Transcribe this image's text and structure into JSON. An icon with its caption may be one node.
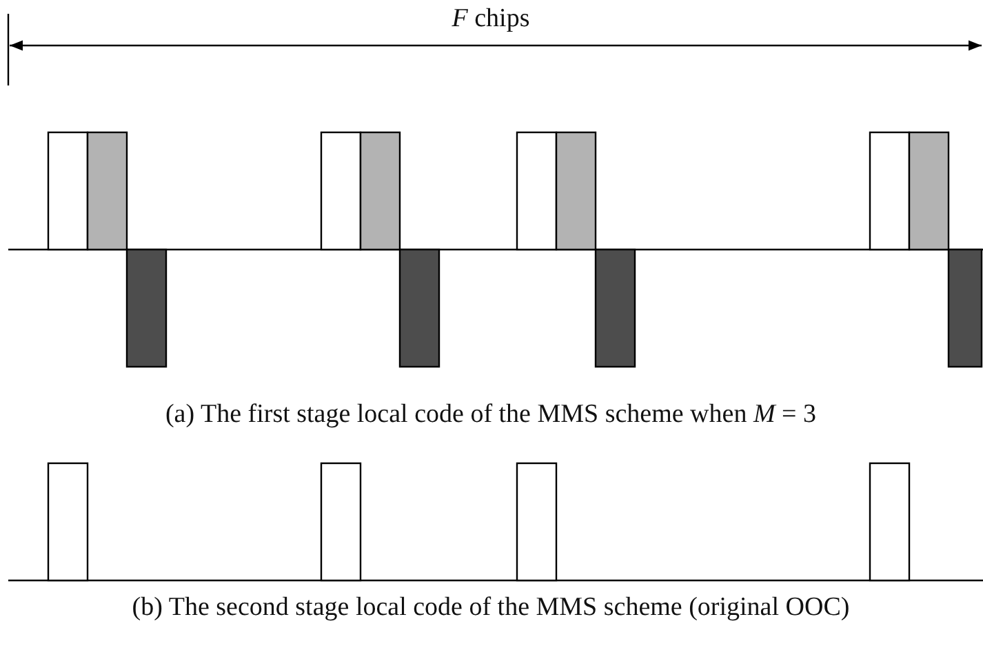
{
  "diagram": {
    "labels": [
      "*F* chips",
      "(a) The first stage local code of the MMS scheme when *M* = 3",
      "(b) The second stage local code of the MMS scheme (original OOC)"
    ]
  }
}
